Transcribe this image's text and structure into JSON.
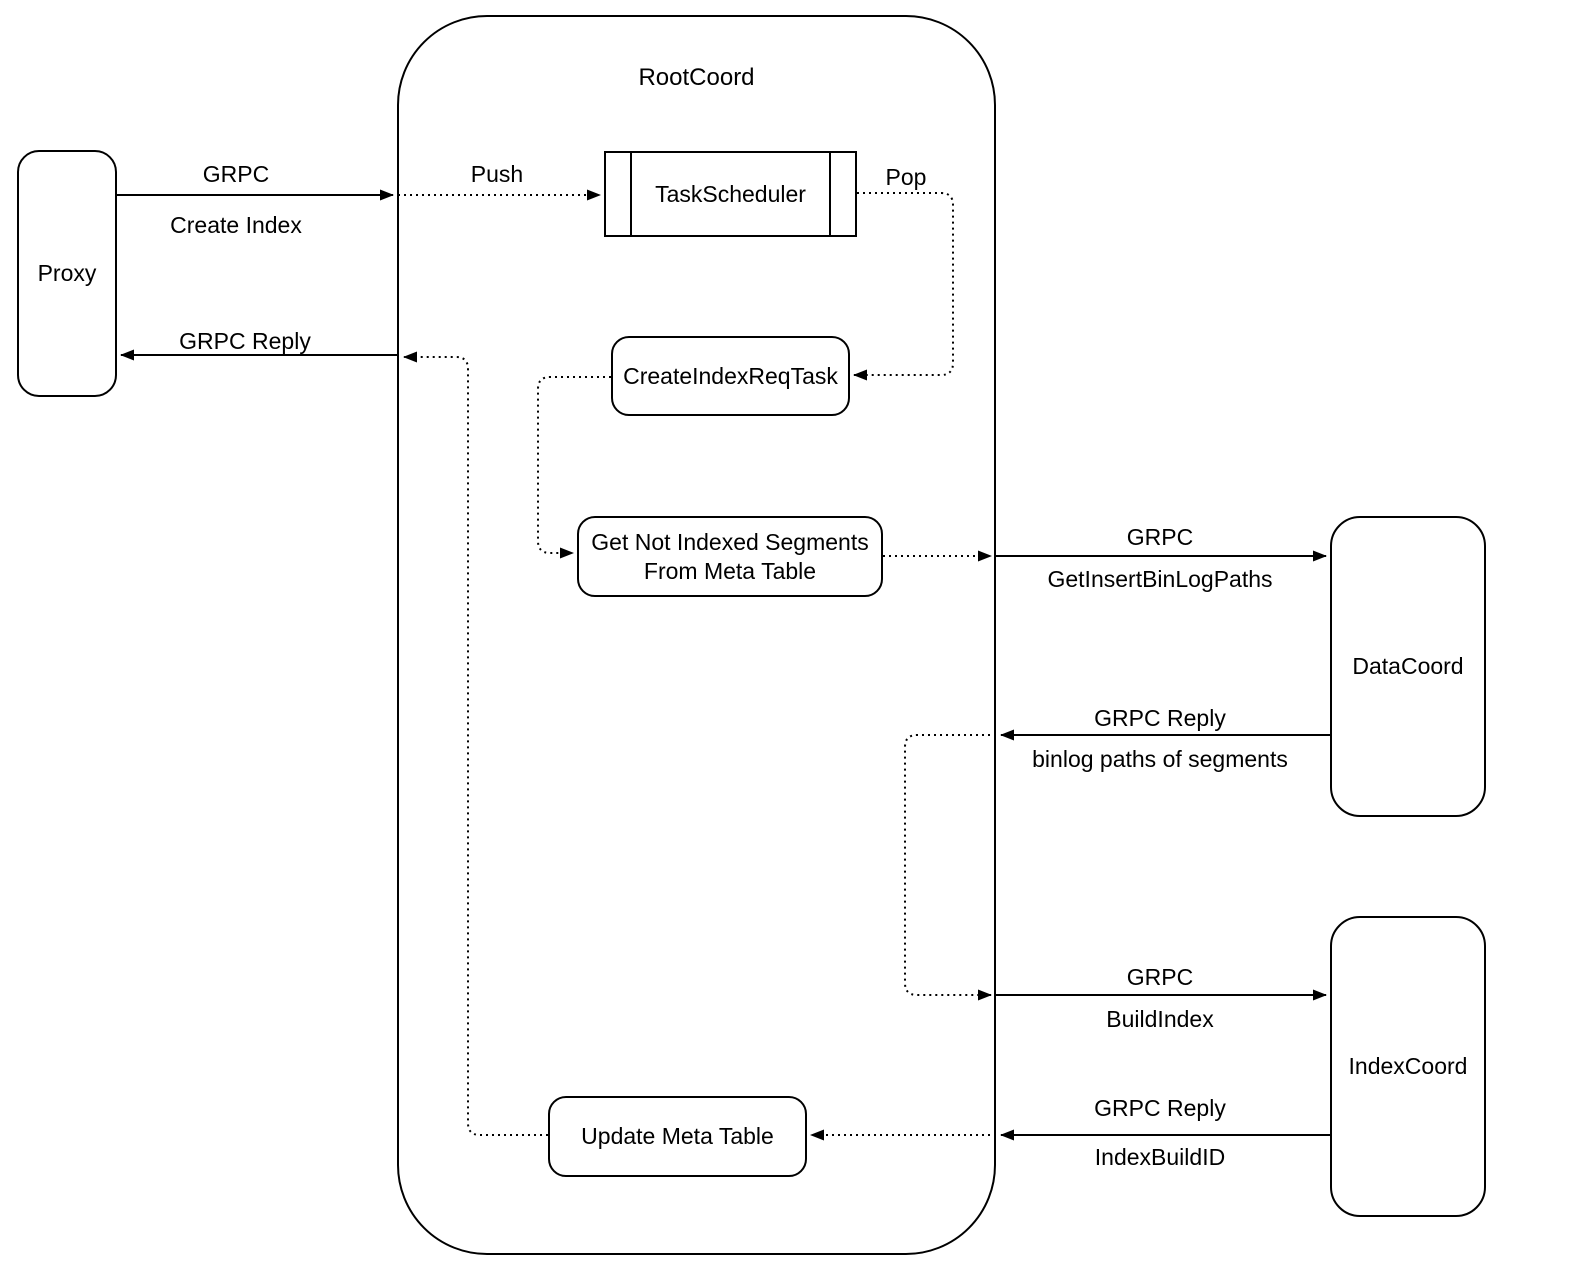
{
  "diagram": {
    "colors": {
      "stroke": "#000000",
      "background": "#ffffff"
    },
    "nodes": {
      "proxy": {
        "label": "Proxy"
      },
      "rootcoord": {
        "label": "RootCoord"
      },
      "task_scheduler": {
        "label": "TaskScheduler"
      },
      "create_index_req_task": {
        "label": "CreateIndexReqTask"
      },
      "get_not_indexed_segments": {
        "label_line1": "Get Not Indexed Segments",
        "label_line2": "From Meta Table"
      },
      "update_meta_table": {
        "label": "Update Meta Table"
      },
      "datacoord": {
        "label": "DataCoord"
      },
      "indexcoord": {
        "label": "IndexCoord"
      }
    },
    "edges": {
      "proxy_to_rootcoord": {
        "protocol": "GRPC",
        "message": "Create Index"
      },
      "rootcoord_to_proxy": {
        "protocol": "GRPC Reply"
      },
      "push": {
        "label": "Push"
      },
      "pop": {
        "label": "Pop"
      },
      "rootcoord_to_datacoord": {
        "protocol": "GRPC",
        "message": "GetInsertBinLogPaths"
      },
      "datacoord_to_rootcoord": {
        "protocol": "GRPC Reply",
        "message": "binlog paths of segments"
      },
      "rootcoord_to_indexcoord": {
        "protocol": "GRPC",
        "message": "BuildIndex"
      },
      "indexcoord_to_rootcoord": {
        "protocol": "GRPC Reply",
        "message": "IndexBuildID"
      }
    }
  }
}
